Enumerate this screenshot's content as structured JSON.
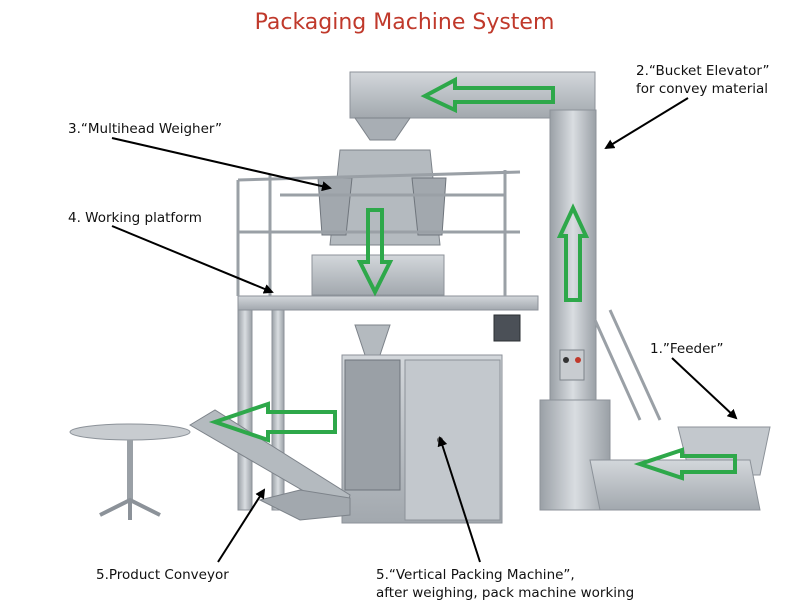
{
  "title": "Packaging Machine System",
  "labels": {
    "bucket_elevator": [
      "2.“Bucket Elevator”",
      "for convey material"
    ],
    "multihead_weigher": "3.“Multihead Weigher”",
    "working_platform": "4. Working platform",
    "feeder": "1.”Feeder”",
    "product_conveyor": "5.Product Conveyor",
    "vertical_packing": [
      "5.“Vertical Packing Machine”,",
      "after weighing, pack machine working"
    ]
  },
  "colors": {
    "title": "#c0392b",
    "flow_arrow": "#2ea84a",
    "steel": "#b9bec4",
    "steel_dark": "#8c9299",
    "leader": "#000000"
  }
}
